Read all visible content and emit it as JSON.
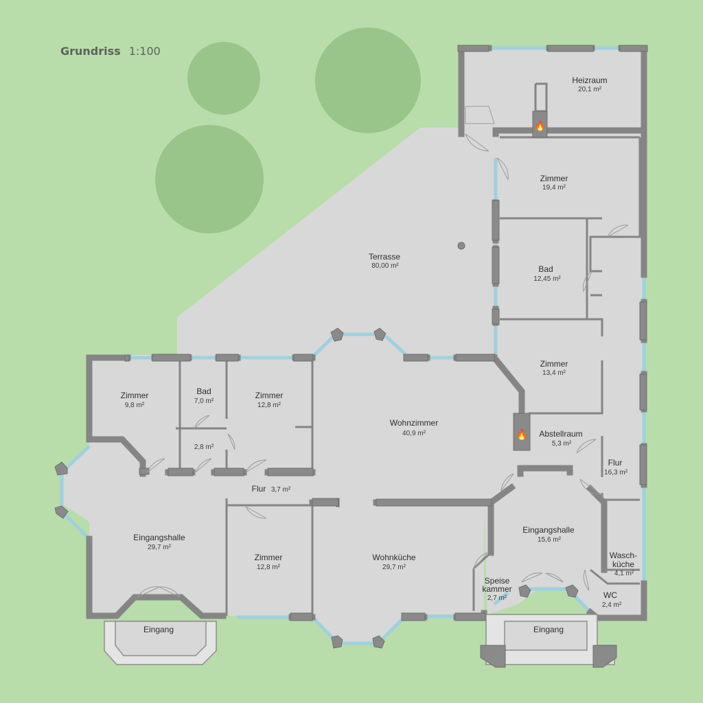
{
  "header": {
    "title": "Grundriss",
    "scale": "1:100"
  },
  "rooms": {
    "heizraum": {
      "name": "Heizraum",
      "area": "20,1 m²"
    },
    "zimmer_top": {
      "name": "Zimmer",
      "area": "19,4 m²"
    },
    "bad_right": {
      "name": "Bad",
      "area": "12,45 m²"
    },
    "terrasse": {
      "name": "Terrasse",
      "area": "80,00 m²"
    },
    "zimmer_right_mid": {
      "name": "Zimmer",
      "area": "13,4 m²"
    },
    "abstellraum": {
      "name": "Abstellraum",
      "area": "5,3 m²"
    },
    "flur_right": {
      "name": "Flur",
      "area": "16,3 m²"
    },
    "zimmer_left": {
      "name": "Zimmer",
      "area": "9,8 m²"
    },
    "bad_left": {
      "name": "Bad",
      "area": "7,0 m²"
    },
    "small_room": {
      "name": "",
      "area": "2,8 m²"
    },
    "zimmer_left_mid": {
      "name": "Zimmer",
      "area": "12,8 m²"
    },
    "wohnzimmer": {
      "name": "Wohnzimmer",
      "area": "40,9 m²"
    },
    "flur_left": {
      "name": "Flur",
      "area": "3,7 m²"
    },
    "eingangshalle_left": {
      "name": "Eingangshalle",
      "area": "29,7 m²"
    },
    "zimmer_bottom": {
      "name": "Zimmer",
      "area": "12,8 m²"
    },
    "wohnkueche": {
      "name": "Wohnküche",
      "area": "29,7 m²"
    },
    "eingangshalle_right": {
      "name": "Eingangshalle",
      "area": "15,6 m²"
    },
    "waschkueche": {
      "name_line1": "Wasch-",
      "name_line2": "küche",
      "area": "4,1 m²"
    },
    "speisekammer": {
      "name_line1": "Speise",
      "name_line2": "kammer",
      "area": "2,7 m²"
    },
    "wc": {
      "name": "WC",
      "area": "2,4 m²"
    },
    "eingang_left": {
      "name": "Eingang"
    },
    "eingang_right": {
      "name": "Eingang"
    }
  },
  "icons": {
    "fireplace": "flame-icon"
  },
  "colors": {
    "lawn": "#b9dcab",
    "tree": "#99c48a",
    "floor": "#d8d8d8",
    "wall": "#858585",
    "window": "#9fd0de"
  }
}
